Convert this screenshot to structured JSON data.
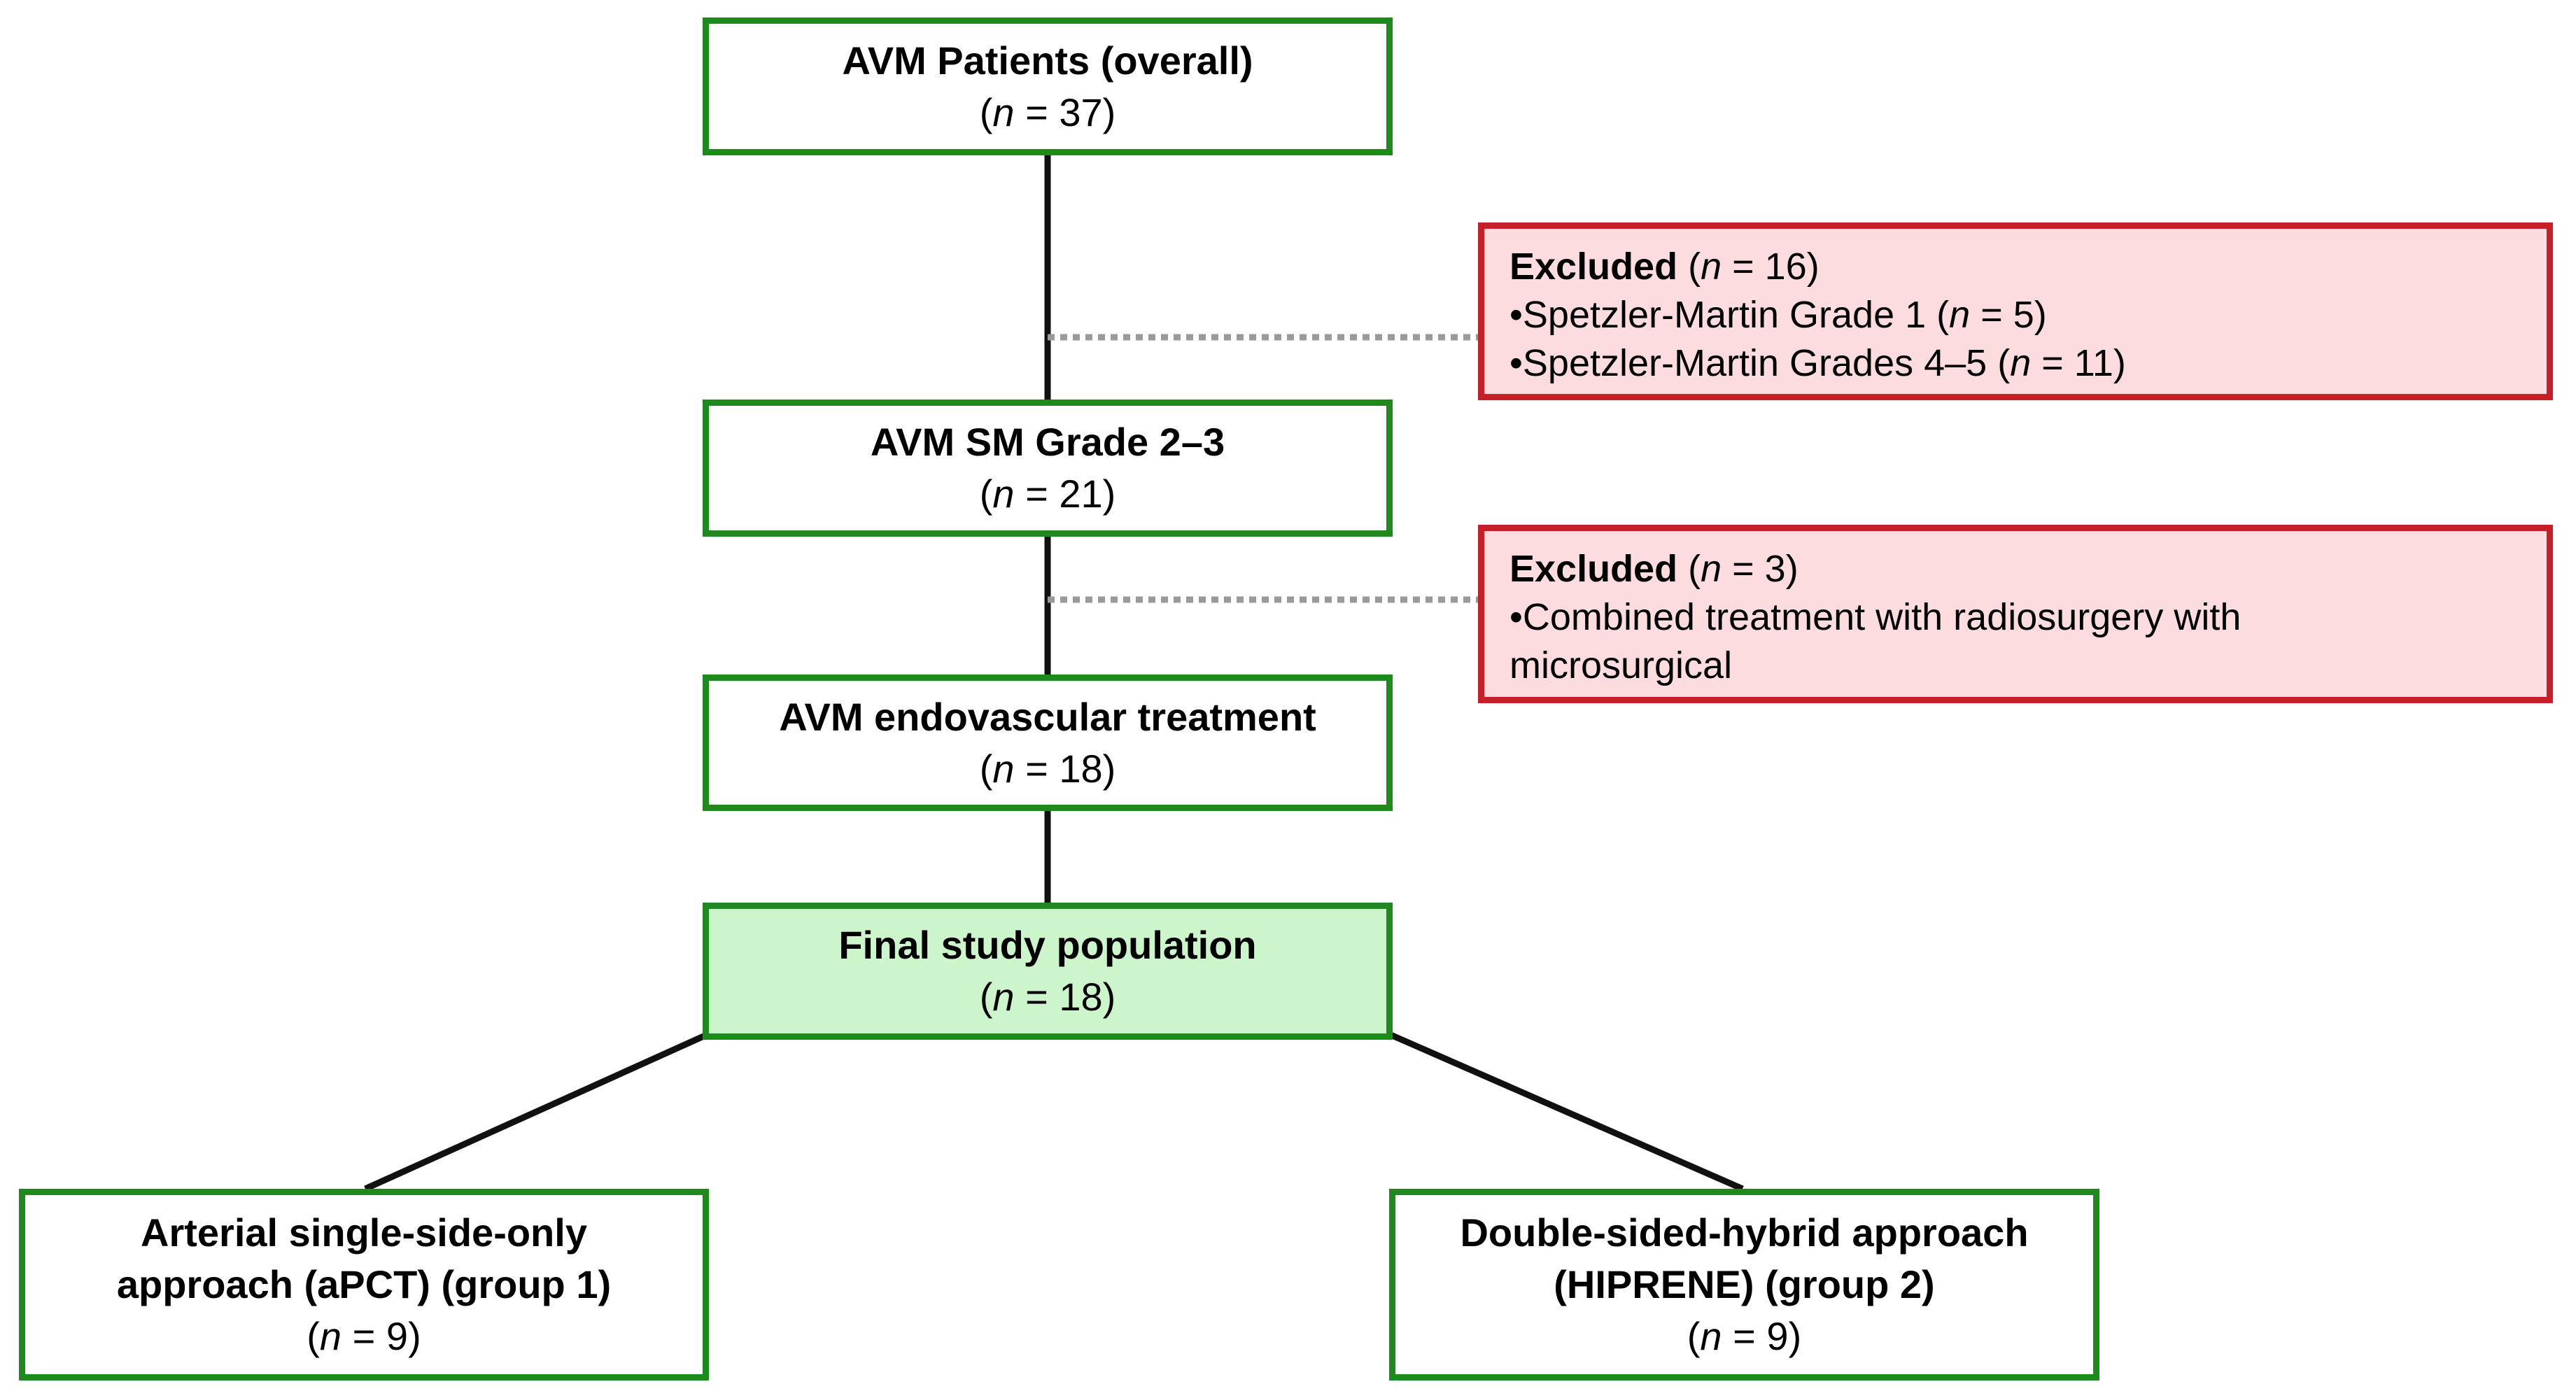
{
  "boxes": {
    "overall": {
      "title": "AVM Patients (overall)",
      "n": "37"
    },
    "grade": {
      "title": "AVM SM Grade 2–3",
      "n": "21"
    },
    "endovascular": {
      "title": "AVM endovascular treatment",
      "n": "18"
    },
    "final": {
      "title": "Final study population",
      "n": "18"
    },
    "group1": {
      "title_line1": "Arterial single-side-only",
      "title_line2": "approach (aPCT) (group 1)",
      "n": "9"
    },
    "group2": {
      "title_line1": "Double-sided-hybrid approach",
      "title_line2": "(HIPRENE) (group 2)",
      "n": "9"
    }
  },
  "exclusions": [
    {
      "title": "Excluded",
      "n": "16",
      "items": [
        {
          "text": "•Spetzler-Martin Grade 1",
          "n": "5"
        },
        {
          "text": "•Spetzler-Martin Grades 4–5",
          "n": "11"
        }
      ]
    },
    {
      "title": "Excluded",
      "n": "3",
      "items": [
        {
          "text": "•Combined treatment with radiosurgery  with microsurgical"
        }
      ]
    }
  ],
  "labels": {
    "n_symbol": "n",
    "equals": " = ",
    "open_paren": "(",
    "close_paren": ")"
  },
  "colors": {
    "box_border": "#1e8a1e",
    "final_fill": "#ccf5cc",
    "exclusion_border": "#c81e28",
    "exclusion_fill": "#fcdcdf",
    "connector": "#111111",
    "dotted_connector": "#9a9a9a"
  }
}
